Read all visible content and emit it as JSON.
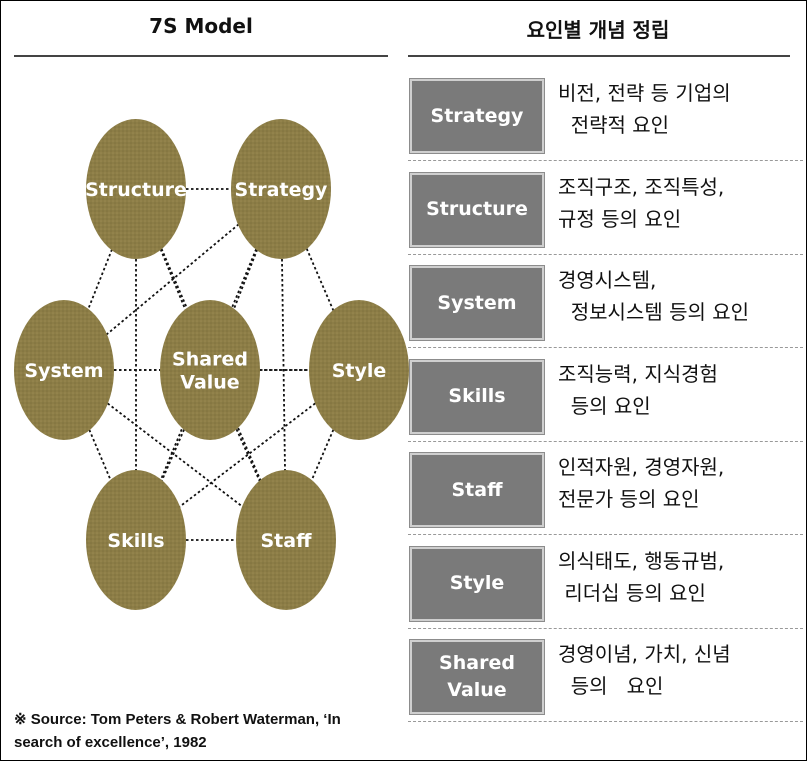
{
  "left_title": "7S  Model",
  "right_title": "요인별 개념 정립",
  "colors": {
    "node_fill": "#8c7d46",
    "badge_fill": "#7a7a7a",
    "text": "#111111"
  },
  "diagram": {
    "nodes": [
      {
        "id": "structure",
        "label": [
          "Structure"
        ]
      },
      {
        "id": "strategy",
        "label": [
          "Strategy"
        ]
      },
      {
        "id": "system",
        "label": [
          "System"
        ]
      },
      {
        "id": "shared",
        "label": [
          "Shared",
          "Value"
        ]
      },
      {
        "id": "style",
        "label": [
          "Style"
        ]
      },
      {
        "id": "skills",
        "label": [
          "Skills"
        ]
      },
      {
        "id": "staff",
        "label": [
          "Staff"
        ]
      }
    ],
    "links": [
      [
        "structure",
        "strategy"
      ],
      [
        "structure",
        "system"
      ],
      [
        "structure",
        "skills"
      ],
      [
        "structure",
        "shared"
      ],
      [
        "structure",
        "staff"
      ],
      [
        "strategy",
        "system"
      ],
      [
        "strategy",
        "style"
      ],
      [
        "strategy",
        "shared"
      ],
      [
        "strategy",
        "skills"
      ],
      [
        "strategy",
        "staff"
      ],
      [
        "system",
        "shared"
      ],
      [
        "system",
        "skills"
      ],
      [
        "system",
        "staff"
      ],
      [
        "system",
        "style"
      ],
      [
        "shared",
        "style"
      ],
      [
        "shared",
        "skills"
      ],
      [
        "shared",
        "staff"
      ],
      [
        "style",
        "staff"
      ],
      [
        "style",
        "skills"
      ],
      [
        "skills",
        "staff"
      ]
    ]
  },
  "source": {
    "line1": "※ Source: Tom Peters & Robert Waterman, ‘In",
    "line2": "search of  excellence’,  1982"
  },
  "factors": [
    {
      "name": [
        "Strategy"
      ],
      "desc": [
        "비전, 전략 등 기업의",
        "  전략적 요인"
      ]
    },
    {
      "name": [
        "Structure"
      ],
      "desc": [
        "조직구조, 조직특성,",
        "규정 등의 요인"
      ]
    },
    {
      "name": [
        "System"
      ],
      "desc": [
        "경영시스템,",
        "  정보시스템 등의 요인"
      ]
    },
    {
      "name": [
        "Skills"
      ],
      "desc": [
        "조직능력, 지식경험",
        "  등의 요인"
      ]
    },
    {
      "name": [
        "Staff"
      ],
      "desc": [
        "인적자원, 경영자원,",
        "전문가 등의 요인"
      ]
    },
    {
      "name": [
        "Style"
      ],
      "desc": [
        "의식태도, 행동규범,",
        " 리더십 등의 요인"
      ]
    },
    {
      "name": [
        "Shared",
        "Value"
      ],
      "desc": [
        "경영이념, 가치, 신념",
        "  등의   요인"
      ]
    }
  ]
}
